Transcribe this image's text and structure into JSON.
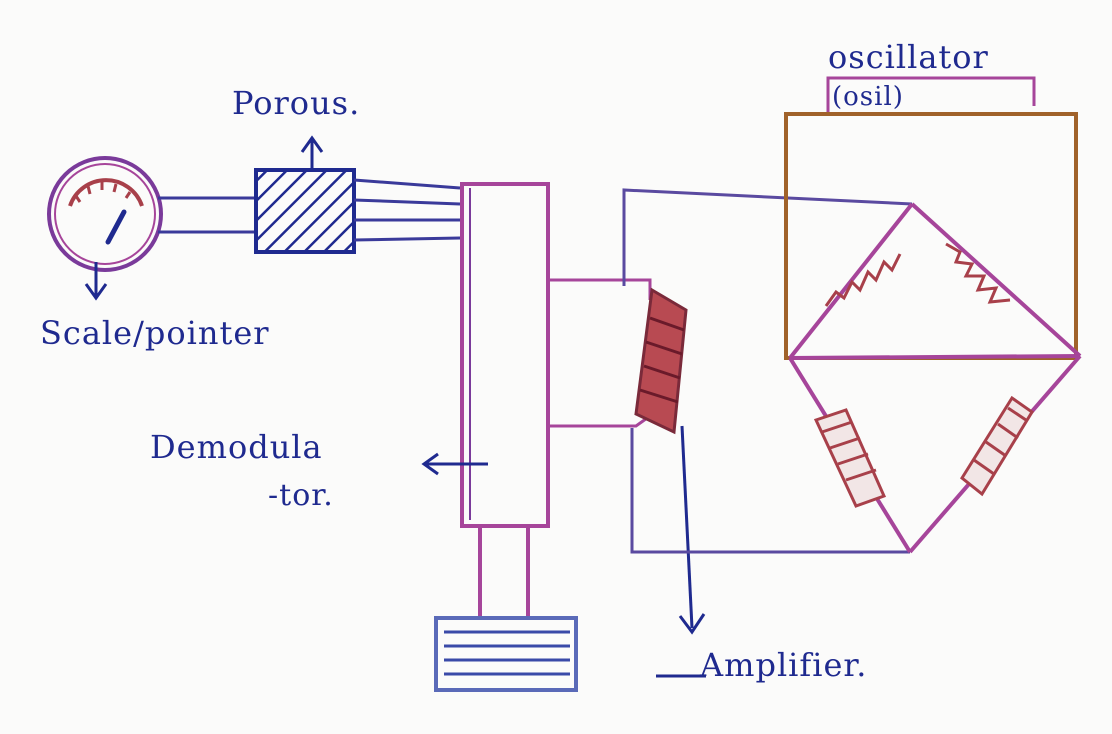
{
  "labels": {
    "oscillator": "oscillator",
    "osil": "(osil)",
    "porous": "Porous.",
    "scale_pointer": "Scale/pointer",
    "demodulator_line1": "Demodula",
    "demodulator_line2": "-tor.",
    "amplifier": "Amplifier."
  },
  "colors": {
    "ink_blue": "#1f2a8f",
    "purple": "#7a3a9a",
    "magenta": "#a6459a",
    "violet": "#5a4aa0",
    "brown": "#a0622a",
    "brick": "#a8404a",
    "slate": "#3a4aa8"
  },
  "icons": {
    "gauge": "pressure-gauge-icon",
    "porous_block": "hatched-porous-block",
    "coil": "coil-winding"
  }
}
